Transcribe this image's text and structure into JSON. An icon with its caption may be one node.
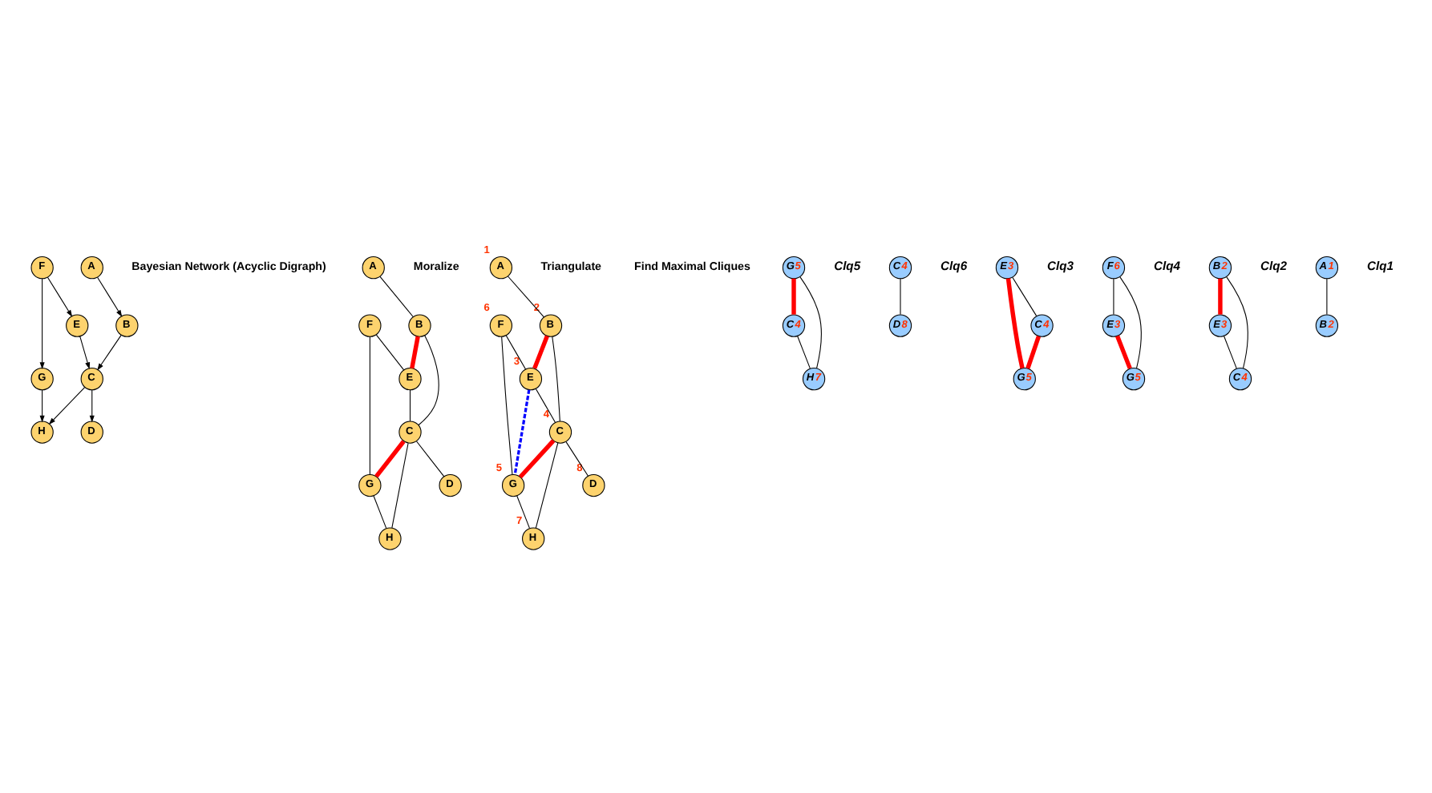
{
  "diagram": {
    "nodes": [
      {
        "text": [
          "A"
        ]
      },
      {
        "text": [
          "B"
        ]
      },
      {
        "text": [
          "C"
        ]
      },
      {
        "text": [
          "D"
        ]
      },
      {
        "text": [
          "E"
        ]
      },
      {
        "text": [
          "F"
        ]
      },
      {
        "text": [
          "G"
        ]
      },
      {
        "text": [
          "H"
        ]
      },
      {
        "text": [
          "A"
        ]
      },
      {
        "text": [
          "B"
        ]
      },
      {
        "text": [
          "C"
        ]
      },
      {
        "text": [
          "D"
        ]
      },
      {
        "text": [
          "E"
        ]
      },
      {
        "text": [
          "F"
        ]
      },
      {
        "text": [
          "G"
        ]
      },
      {
        "text": [
          "H"
        ]
      },
      {
        "text": [
          "A"
        ],
        "beside": [
          "1"
        ]
      },
      {
        "text": [
          "B"
        ],
        "beside": [
          "2"
        ]
      },
      {
        "text": [
          "C"
        ],
        "beside": [
          "4"
        ]
      },
      {
        "text": [
          "D"
        ],
        "beside": [
          "8"
        ]
      },
      {
        "text": [
          "E"
        ],
        "beside": [
          "3"
        ]
      },
      {
        "text": [
          "F"
        ],
        "beside": [
          "6"
        ]
      },
      {
        "text": [
          "G"
        ],
        "beside": [
          "5"
        ]
      },
      {
        "text": [
          "H"
        ],
        "beside": [
          "7"
        ]
      },
      {
        "text": [
          "A",
          "1"
        ]
      },
      {
        "text": [
          "B",
          "2"
        ]
      },
      {
        "text": [
          "B",
          "2"
        ]
      },
      {
        "text": [
          "E",
          "3"
        ]
      },
      {
        "text": [
          "C",
          "4"
        ]
      },
      {
        "text": [
          "F",
          "6"
        ]
      },
      {
        "text": [
          "E",
          "3"
        ]
      },
      {
        "text": [
          "G",
          "5"
        ]
      },
      {
        "text": [
          "E",
          "3"
        ]
      },
      {
        "text": [
          "G",
          "5"
        ]
      },
      {
        "text": [
          "C",
          "4"
        ]
      },
      {
        "text": [
          "C",
          "4"
        ]
      },
      {
        "text": [
          "D",
          "8"
        ]
      },
      {
        "text": [
          "G",
          "5"
        ]
      },
      {
        "text": [
          "C",
          "4"
        ]
      },
      {
        "text": [
          "H",
          "7"
        ]
      }
    ],
    "edges": [
      {
        "from": 0,
        "to": 1,
        "arrow": "to"
      },
      {
        "from": 5,
        "to": 4,
        "arrow": "to"
      },
      {
        "from": 5,
        "to": 6,
        "arrow": "to"
      },
      {
        "from": 1,
        "to": 2,
        "arrow": "to"
      },
      {
        "from": 4,
        "to": 2,
        "arrow": "to"
      },
      {
        "from": 2,
        "to": 3,
        "arrow": "to"
      },
      {
        "from": 2,
        "to": 7,
        "arrow": "to"
      },
      {
        "from": 6,
        "to": 7,
        "arrow": "to"
      },
      {
        "from": 8,
        "to": 9,
        "arrow": "none"
      },
      {
        "from": 9,
        "to": 12,
        "arrow": "none",
        "style": "thick",
        "color": "#ff0000"
      },
      {
        "from": 13,
        "to": 12,
        "arrow": "none"
      },
      {
        "from": 13,
        "to": 14,
        "arrow": "none"
      },
      {
        "from": 9,
        "to": 10,
        "arrow": "none"
      },
      {
        "from": 12,
        "to": 10,
        "arrow": "none"
      },
      {
        "from": 10,
        "to": 14,
        "arrow": "none",
        "style": "thick",
        "color": "#ff0000"
      },
      {
        "from": 10,
        "to": 11,
        "arrow": "none"
      },
      {
        "from": 10,
        "to": 15,
        "arrow": "none"
      },
      {
        "from": 14,
        "to": 15,
        "arrow": "none"
      },
      {
        "from": 16,
        "to": 17,
        "arrow": "none"
      },
      {
        "from": 17,
        "to": 20,
        "arrow": "none",
        "style": "thick",
        "color": "#ff0000"
      },
      {
        "from": 20,
        "to": 22,
        "arrow": "none",
        "style": "dashed",
        "color": "#0000ff"
      },
      {
        "from": 21,
        "to": 20,
        "arrow": "none"
      },
      {
        "from": 21,
        "to": 22,
        "arrow": "none"
      },
      {
        "from": 17,
        "to": 18,
        "arrow": "none"
      },
      {
        "from": 20,
        "to": 18,
        "arrow": "none"
      },
      {
        "from": 18,
        "to": 22,
        "arrow": "none",
        "style": "thick",
        "color": "#ff0000"
      },
      {
        "from": 18,
        "to": 19,
        "arrow": "none"
      },
      {
        "from": 18,
        "to": 23,
        "arrow": "none"
      },
      {
        "from": 22,
        "to": 23,
        "arrow": "none"
      },
      {
        "from": 24,
        "to": 25,
        "arrow": "none"
      },
      {
        "from": 26,
        "to": 27,
        "arrow": "none",
        "style": "thick",
        "color": "#ff0000"
      },
      {
        "from": 26,
        "to": 28,
        "arrow": "none"
      },
      {
        "from": 27,
        "to": 28,
        "arrow": "none"
      },
      {
        "from": 29,
        "to": 30,
        "arrow": "none"
      },
      {
        "from": 29,
        "to": 31,
        "arrow": "none"
      },
      {
        "from": 30,
        "to": 31,
        "arrow": "none",
        "style": "thick",
        "color": "#ff0000"
      },
      {
        "from": 32,
        "to": 33,
        "arrow": "none",
        "style": "thick",
        "color": "#ff0000"
      },
      {
        "from": 32,
        "to": 34,
        "arrow": "none"
      },
      {
        "from": 34,
        "to": 33,
        "arrow": "none",
        "style": "thick",
        "color": "#ff0000"
      },
      {
        "from": 35,
        "to": 36,
        "arrow": "none"
      },
      {
        "from": 37,
        "to": 38,
        "arrow": "none",
        "style": "thick",
        "color": "#ff0000"
      },
      {
        "from": 38,
        "to": 39,
        "arrow": "none"
      },
      {
        "from": 37,
        "to": 39,
        "arrow": "none"
      }
    ],
    "labels": [
      "Find Maximal Cliques",
      "Clq4",
      "Clq1",
      "Triangulate",
      "Clq2",
      "Moralize",
      "Clq3",
      "Bayesian Network (Acyclic Digraph)",
      "Clq6",
      "Clq5"
    ]
  }
}
